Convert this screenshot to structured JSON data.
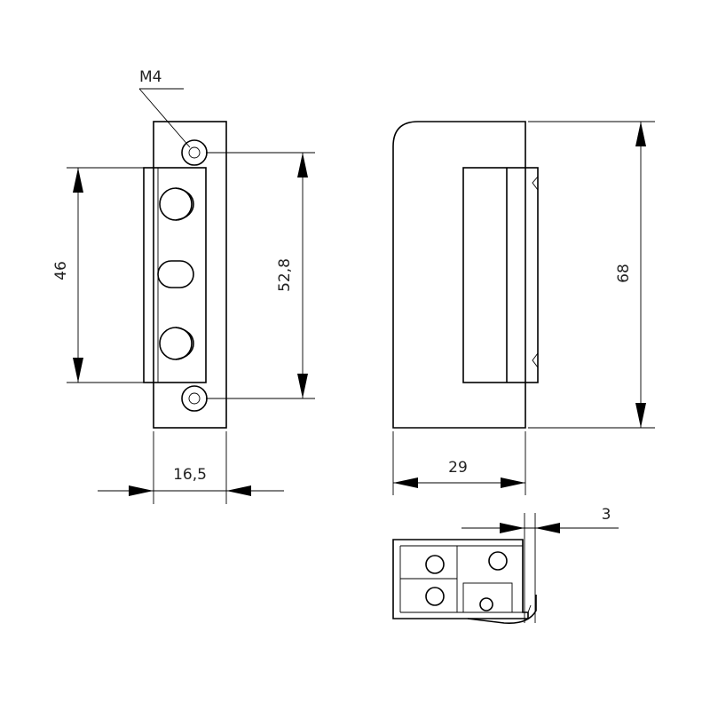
{
  "labels": {
    "thread": "M4",
    "mount_spacing": "52,8",
    "faceplate_height": "46",
    "width": "16,5",
    "body_depth": "29",
    "body_height": "68",
    "lip_offset": "3"
  }
}
